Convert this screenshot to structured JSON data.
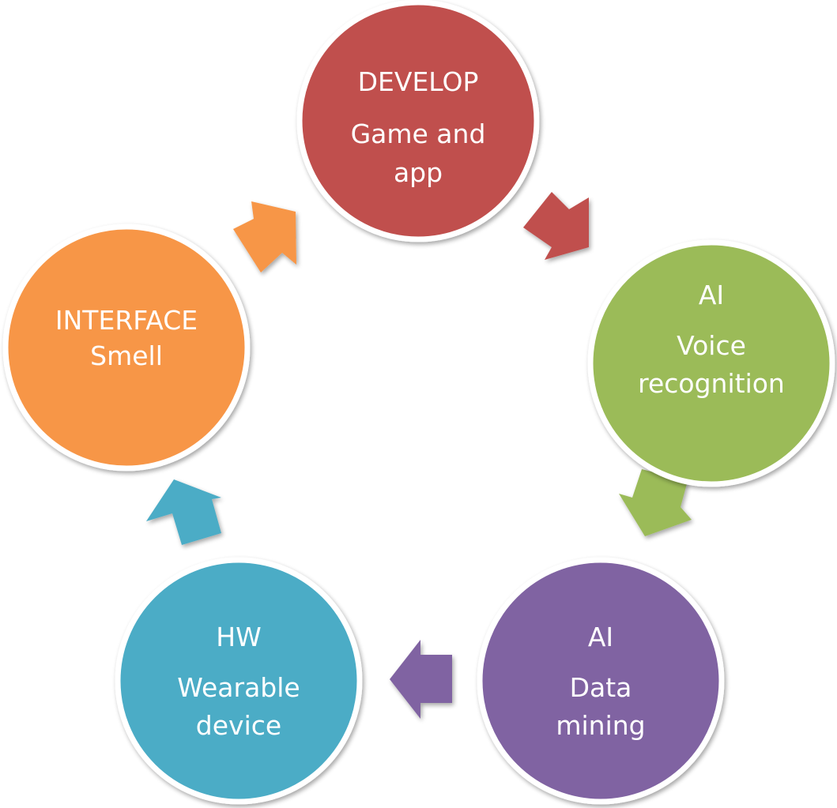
{
  "diagram": {
    "type": "cycle",
    "nodes": [
      {
        "id": "develop",
        "lines": [
          "DEVELOP",
          "Game and",
          "app"
        ],
        "color": "#C0504D"
      },
      {
        "id": "ai-voice",
        "lines": [
          "AI",
          "Voice",
          "recognition"
        ],
        "color": "#9BBB59"
      },
      {
        "id": "ai-data",
        "lines": [
          "AI",
          "Data",
          "mining"
        ],
        "color": "#8064A2"
      },
      {
        "id": "hw",
        "lines": [
          "HW",
          "Wearable",
          "device"
        ],
        "color": "#4BACC6"
      },
      {
        "id": "interface",
        "lines": [
          "INTERFACE",
          "Smell"
        ],
        "color": "#F79646"
      }
    ],
    "edges": [
      {
        "from": "develop",
        "to": "ai-voice",
        "color": "#C0504D"
      },
      {
        "from": "ai-voice",
        "to": "ai-data",
        "color": "#9BBB59"
      },
      {
        "from": "ai-data",
        "to": "hw",
        "color": "#8064A2"
      },
      {
        "from": "hw",
        "to": "interface",
        "color": "#4BACC6"
      },
      {
        "from": "interface",
        "to": "develop",
        "color": "#F79646"
      }
    ]
  }
}
